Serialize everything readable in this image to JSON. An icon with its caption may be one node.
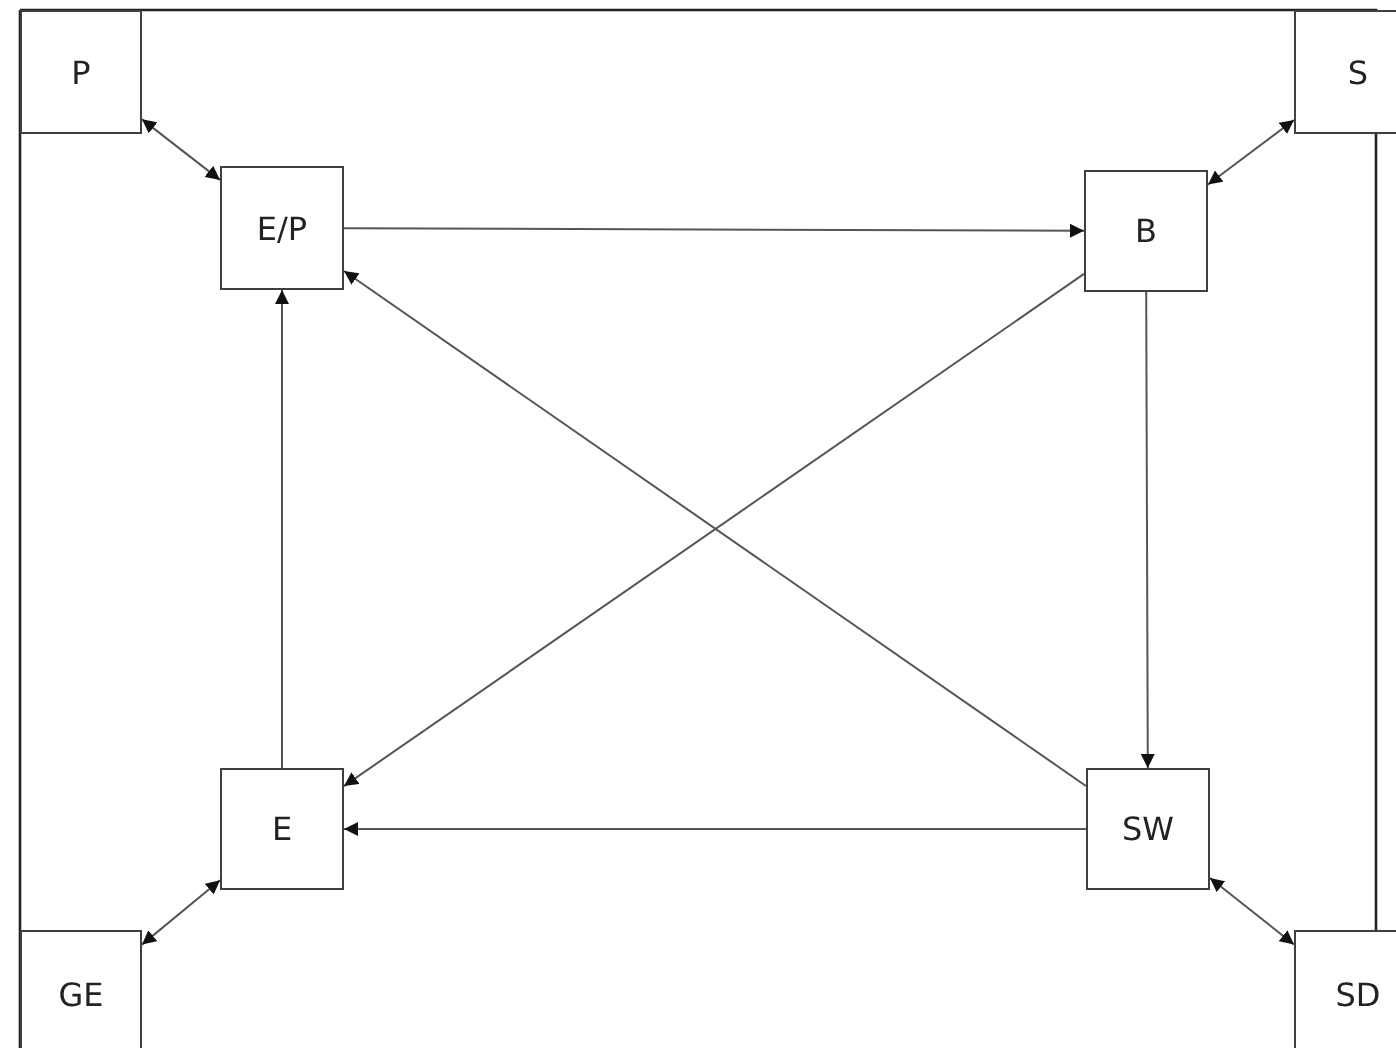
{
  "diagram": {
    "nodes": [
      {
        "text": [
          "P"
        ]
      },
      {
        "text": [
          "S"
        ]
      },
      {
        "text": [
          "E/P"
        ]
      },
      {
        "text": [
          "B"
        ]
      },
      {
        "text": [
          "E"
        ]
      },
      {
        "text": [
          "SW"
        ]
      },
      {
        "text": [
          "GE"
        ]
      },
      {
        "text": [
          "SD"
        ]
      }
    ],
    "edges": [
      {
        "from": 0,
        "to": 2,
        "arrow": "both"
      },
      {
        "from": 1,
        "to": 3,
        "arrow": "both"
      },
      {
        "from": 2,
        "to": 3,
        "arrow": "to"
      },
      {
        "from": 3,
        "to": 5,
        "arrow": "to"
      },
      {
        "from": 3,
        "to": 4,
        "arrow": "to"
      },
      {
        "from": 5,
        "to": 2,
        "arrow": "to"
      },
      {
        "from": 5,
        "to": 4,
        "arrow": "to"
      },
      {
        "from": 4,
        "to": 2,
        "arrow": "to"
      },
      {
        "from": 6,
        "to": 4,
        "arrow": "both"
      },
      {
        "from": 7,
        "to": 5,
        "arrow": "both"
      }
    ]
  }
}
